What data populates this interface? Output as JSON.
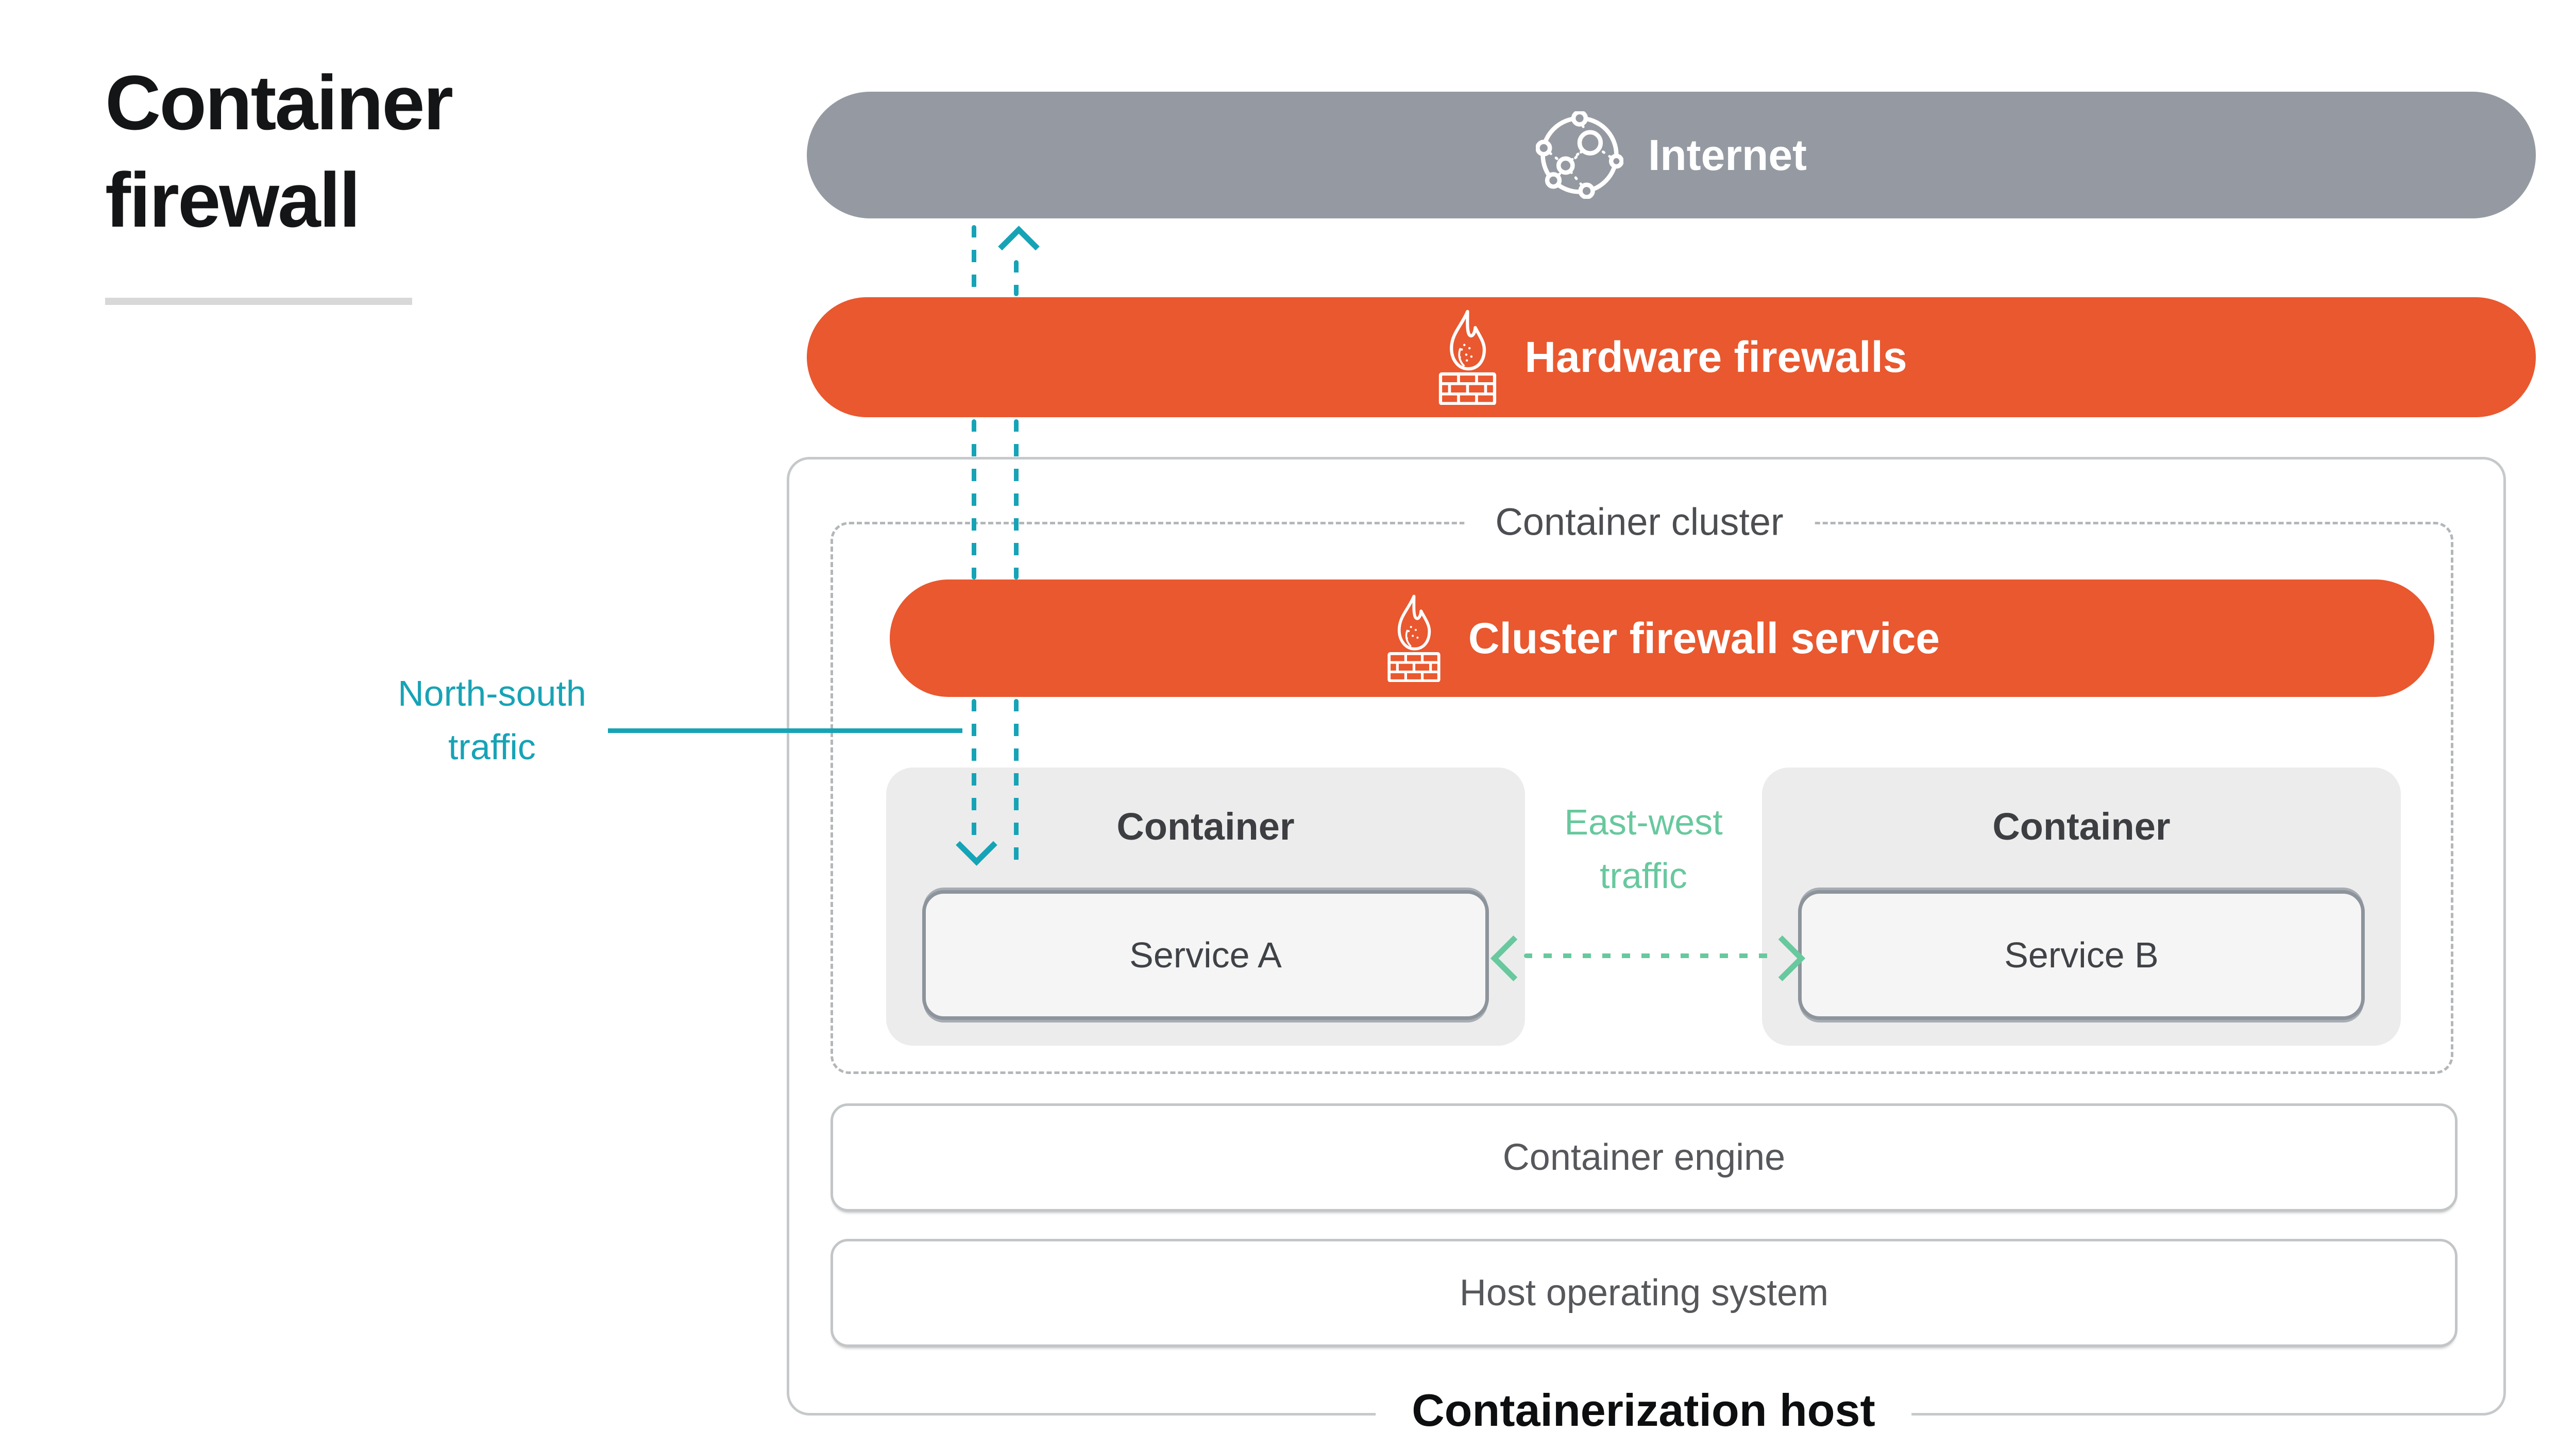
{
  "title": {
    "line1": "Container",
    "line2": "firewall"
  },
  "internet": {
    "label": "Internet"
  },
  "hardware_firewalls": {
    "label": "Hardware firewalls"
  },
  "container_cluster": {
    "label": "Container cluster"
  },
  "cluster_firewall_service": {
    "label": "Cluster firewall service"
  },
  "containers": {
    "left": {
      "title": "Container",
      "service": "Service A"
    },
    "right": {
      "title": "Container",
      "service": "Service B"
    }
  },
  "infrastructure": {
    "container_engine": "Container engine",
    "host_operating_system": "Host operating system"
  },
  "containerization_host": {
    "label": "Containerization host"
  },
  "traffic": {
    "north_south": {
      "line1": "North-south",
      "line2": "traffic"
    },
    "east_west": {
      "line1": "East-west",
      "line2": "traffic"
    }
  },
  "icons": {
    "internet": "network-globe-icon",
    "firewall": "firewall-flame-brick-icon"
  },
  "colors": {
    "orange": "#e9582f",
    "bar_gray": "#959aa2",
    "teal": "#17a3b6",
    "green": "#68c89e"
  }
}
